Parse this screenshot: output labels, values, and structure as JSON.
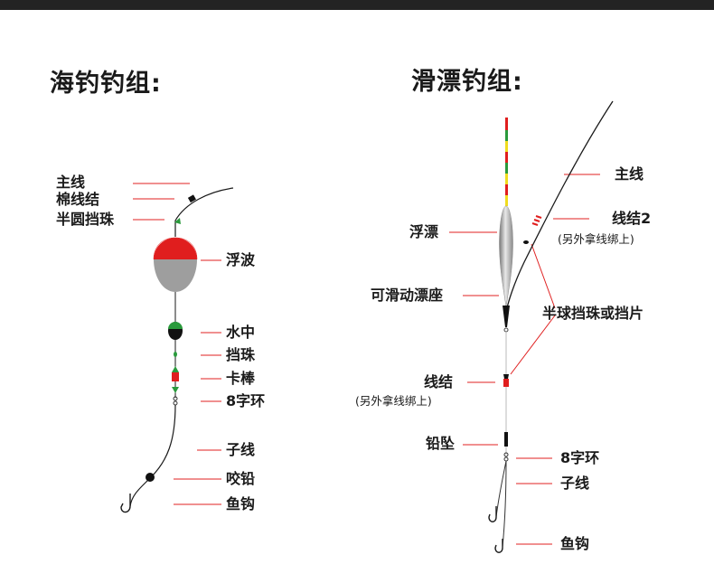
{
  "titles": {
    "sea_rig": "海钓钓组:",
    "slip_rig": "滑漂钓组:"
  },
  "sea_rig_labels": {
    "main_line": "主线",
    "cotton_knot": "棉线结",
    "half_bead": "半圆挡珠",
    "float": "浮波",
    "water_middle": "水中",
    "stop_bead": "挡珠",
    "clip_bar": "卡棒",
    "swivel": "8字环",
    "leader": "子线",
    "split_shot": "咬铅",
    "hook": "鱼钩"
  },
  "slip_rig_labels": {
    "main_line": "主线",
    "knot2": "线结2",
    "knot2_note": "(另外拿线绑上)",
    "float": "浮漂",
    "slide_seat": "可滑动漂座",
    "half_bead_or_stop": "半球挡珠或挡片",
    "knot": "线结",
    "knot_note": "(另外拿线绑上)",
    "sinker": "铅坠",
    "swivel": "8字环",
    "leader": "子线",
    "hook": "鱼钩"
  },
  "colors": {
    "leader_line": "#e02020",
    "float_top": "#e01e1e",
    "float_bottom": "#9e9e9e",
    "green": "#2a9a3c",
    "yellow": "#f0dc1e"
  }
}
